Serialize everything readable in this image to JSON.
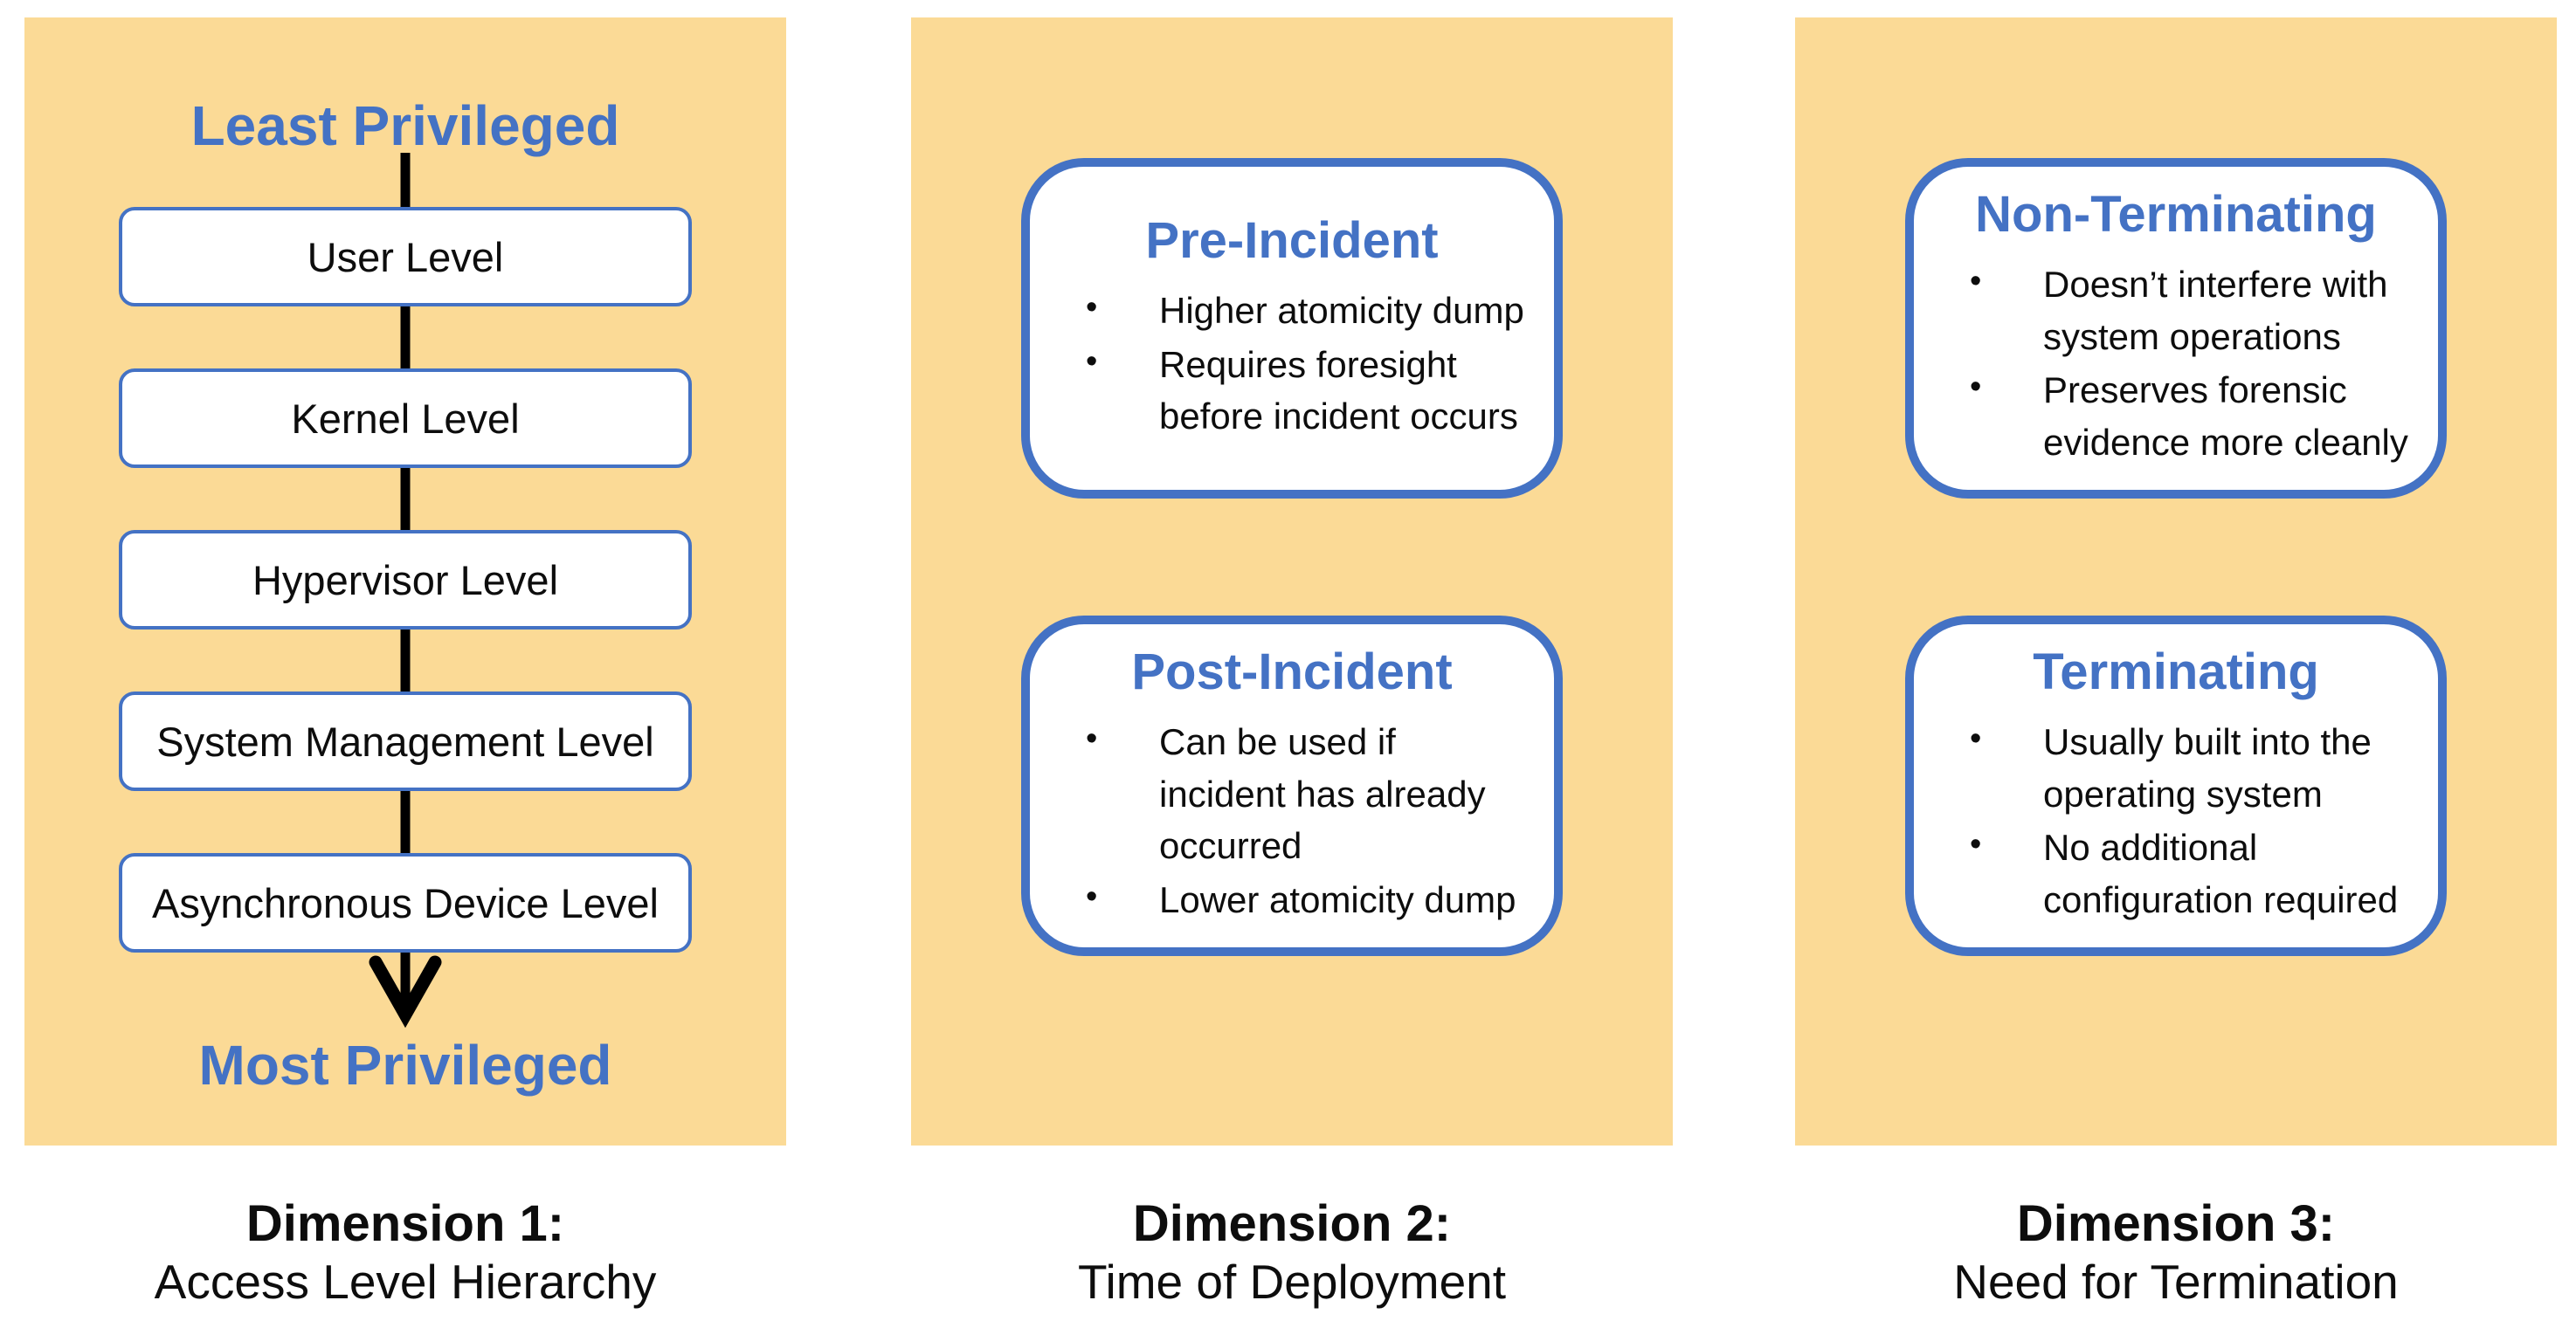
{
  "colors": {
    "panel_background": "#FBDA96",
    "accent_blue": "#4472C4",
    "text_black": "#0d0d0d",
    "card_background": "#ffffff"
  },
  "panels": [
    {
      "flow": {
        "top_label": "Least Privileged",
        "bottom_label": "Most Privileged",
        "levels": [
          "User Level",
          "Kernel Level",
          "Hypervisor Level",
          "System Management Level",
          "Asynchronous Device Level"
        ]
      },
      "caption": {
        "title": "Dimension 1:",
        "subtitle": "Access Level Hierarchy"
      }
    },
    {
      "cards": [
        {
          "title": "Pre-Incident",
          "bullets": [
            "Higher atomicity dump",
            "Requires foresight before incident occurs"
          ]
        },
        {
          "title": "Post-Incident",
          "bullets": [
            "Can be used if incident has already occurred",
            "Lower atomicity dump"
          ]
        }
      ],
      "caption": {
        "title": "Dimension 2:",
        "subtitle": "Time of Deployment"
      }
    },
    {
      "cards": [
        {
          "title": "Non-Terminating",
          "bullets": [
            "Doesn’t interfere with system operations",
            "Preserves forensic evidence more cleanly"
          ]
        },
        {
          "title": "Terminating",
          "bullets": [
            "Usually built into the operating system",
            "No additional configuration required"
          ]
        }
      ],
      "caption": {
        "title": "Dimension 3:",
        "subtitle": "Need for Termination"
      }
    }
  ]
}
